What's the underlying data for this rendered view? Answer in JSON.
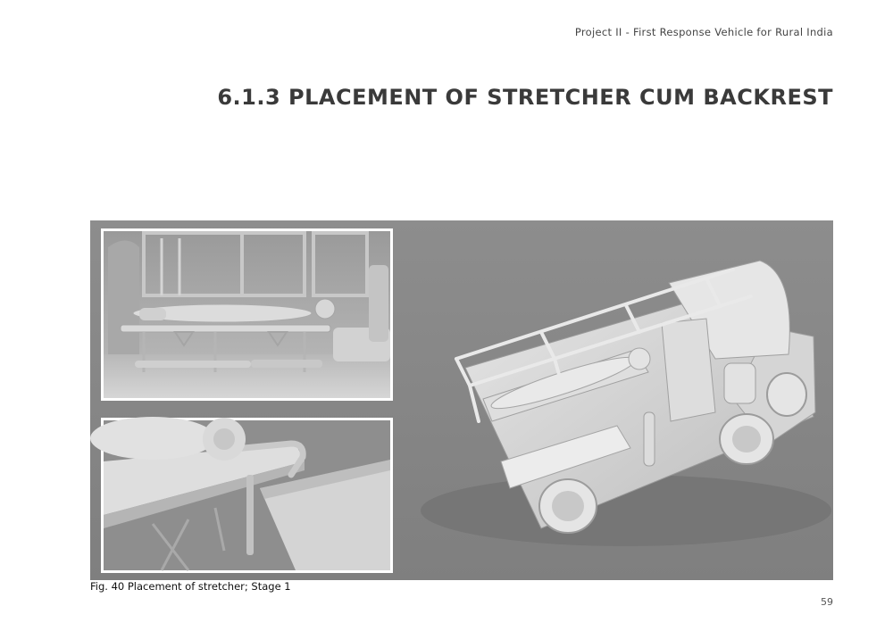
{
  "header": {
    "running_title": "Project II - First Response Vehicle for Rural India"
  },
  "section": {
    "title": "6.1.3 PLACEMENT OF STRETCHER CUM BACKREST"
  },
  "figure": {
    "caption": "Fig. 40 Placement of stretcher; Stage 1"
  },
  "footer": {
    "page_number": "59"
  }
}
